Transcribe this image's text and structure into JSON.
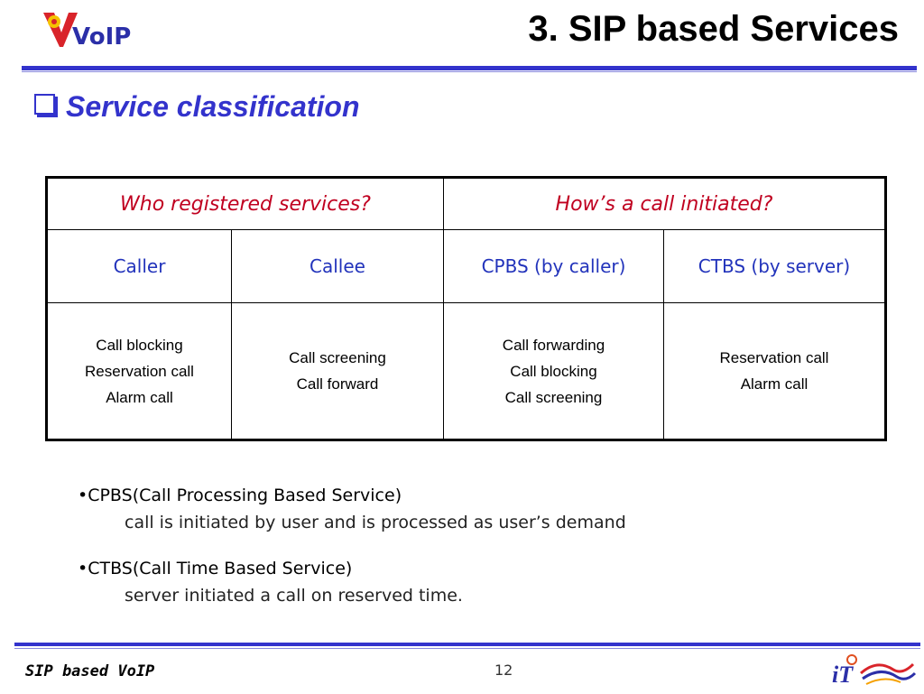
{
  "header": {
    "logo_text": "VoIP",
    "title": "3. SIP based Services"
  },
  "section": {
    "heading": "Service classification"
  },
  "table": {
    "group_headers": [
      "Who registered services?",
      "How’s a call initiated?"
    ],
    "subheaders": [
      "Caller",
      "Callee",
      "CPBS (by caller)",
      "CTBS (by server)"
    ],
    "services": [
      [
        "Call blocking",
        "Reservation call",
        "Alarm call"
      ],
      [
        "Call screening",
        "Call forward"
      ],
      [
        "Call forwarding",
        "Call blocking",
        "Call screening"
      ],
      [
        "Reservation call",
        "Alarm call"
      ]
    ]
  },
  "notes": [
    {
      "term": "•CPBS(Call Processing Based Service)",
      "desc": "call is initiated by user and is processed as user’s demand"
    },
    {
      "term": "•CTBS(Call Time Based Service)",
      "desc": "server initiated a call on reserved time."
    }
  ],
  "footer": {
    "left": "SIP based VoIP",
    "page": "12",
    "logo_text": "iT"
  },
  "colors": {
    "accent_blue": "#3333cc",
    "header_red": "#c00020",
    "sub_blue": "#2233bb"
  }
}
